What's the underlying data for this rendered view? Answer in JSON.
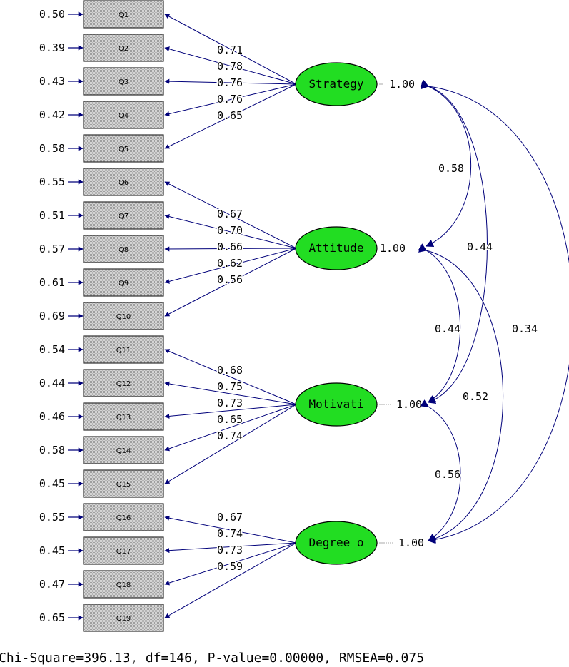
{
  "colors": {
    "arrow": "#00007a",
    "factor_fill": "#22dd22",
    "item_fill": "#c8c8c8",
    "variance_link": "#aaaaaa"
  },
  "items": [
    {
      "label": "Q1",
      "error": "0.50"
    },
    {
      "label": "Q2",
      "error": "0.39"
    },
    {
      "label": "Q3",
      "error": "0.43"
    },
    {
      "label": "Q4",
      "error": "0.42"
    },
    {
      "label": "Q5",
      "error": "0.58"
    },
    {
      "label": "Q6",
      "error": "0.55"
    },
    {
      "label": "Q7",
      "error": "0.51"
    },
    {
      "label": "Q8",
      "error": "0.57"
    },
    {
      "label": "Q9",
      "error": "0.61"
    },
    {
      "label": "Q10",
      "error": "0.69"
    },
    {
      "label": "Q11",
      "error": "0.54"
    },
    {
      "label": "Q12",
      "error": "0.44"
    },
    {
      "label": "Q13",
      "error": "0.46"
    },
    {
      "label": "Q14",
      "error": "0.58"
    },
    {
      "label": "Q15",
      "error": "0.45"
    },
    {
      "label": "Q16",
      "error": "0.55"
    },
    {
      "label": "Q17",
      "error": "0.45"
    },
    {
      "label": "Q18",
      "error": "0.47"
    },
    {
      "label": "Q19",
      "error": "0.65"
    }
  ],
  "factors": [
    {
      "label": "Strategy",
      "variance": "1.00",
      "loadings": [
        {
          "item": 0,
          "value": "0.71"
        },
        {
          "item": 1,
          "value": "0.78"
        },
        {
          "item": 2,
          "value": "0.76"
        },
        {
          "item": 3,
          "value": "0.76"
        },
        {
          "item": 4,
          "value": "0.65"
        }
      ]
    },
    {
      "label": "Attitude",
      "variance": "1.00",
      "loadings": [
        {
          "item": 5,
          "value": "0.67"
        },
        {
          "item": 6,
          "value": "0.70"
        },
        {
          "item": 7,
          "value": "0.66"
        },
        {
          "item": 8,
          "value": "0.62"
        },
        {
          "item": 9,
          "value": "0.56"
        }
      ]
    },
    {
      "label": "Motivati",
      "variance": "1.00",
      "loadings": [
        {
          "item": 10,
          "value": "0.68"
        },
        {
          "item": 11,
          "value": "0.75"
        },
        {
          "item": 12,
          "value": "0.73"
        },
        {
          "item": 13,
          "value": "0.65"
        },
        {
          "item": 14,
          "value": "0.74"
        }
      ]
    },
    {
      "label": "Degree o",
      "variance": "1.00",
      "loadings": [
        {
          "item": 15,
          "value": "0.67"
        },
        {
          "item": 16,
          "value": "0.74"
        },
        {
          "item": 17,
          "value": "0.73"
        },
        {
          "item": 18,
          "value": "0.59"
        }
      ]
    }
  ],
  "correlations": [
    {
      "from": 0,
      "to": 1,
      "value": "0.58"
    },
    {
      "from": 0,
      "to": 2,
      "value": "0.44"
    },
    {
      "from": 0,
      "to": 3,
      "value": "0.34"
    },
    {
      "from": 1,
      "to": 2,
      "value": "0.44"
    },
    {
      "from": 1,
      "to": 3,
      "value": "0.52"
    },
    {
      "from": 2,
      "to": 3,
      "value": "0.56"
    }
  ],
  "fit_statistics": "Chi-Square=396.13, df=146, P-value=0.00000, RMSEA=0.075"
}
